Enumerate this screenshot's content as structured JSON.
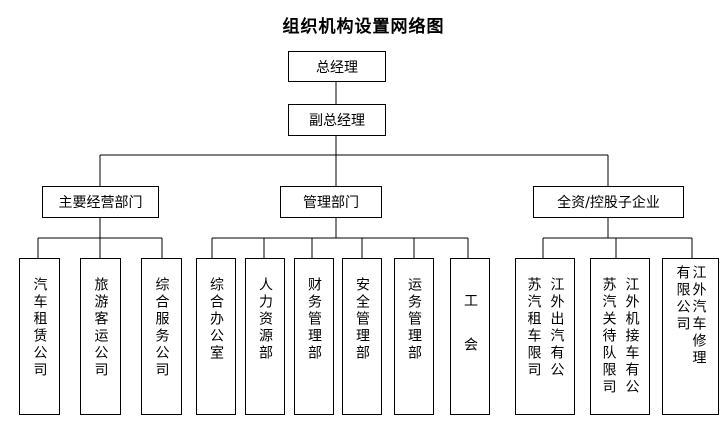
{
  "title": "组织机构设置网络图",
  "top": {
    "gm": "总经理",
    "dgm": "副总经理"
  },
  "departments": {
    "business": "主要经营部门",
    "management": "管理部门",
    "holding": "全资/控股子企业"
  },
  "business_units": [
    [
      "汽车租赁公司"
    ],
    [
      "旅游客运公司"
    ],
    [
      "综合服务公司"
    ]
  ],
  "management_units": [
    [
      "综合办公室"
    ],
    [
      "人力资源部"
    ],
    [
      "财务管理部"
    ],
    [
      "安全管理部"
    ],
    [
      "运务管理部"
    ],
    [
      "工会"
    ]
  ],
  "holding_units": [
    [
      "江外出汽有公",
      "苏汽租车限司"
    ],
    [
      "江外机接车有公",
      "苏汽关待队限司"
    ],
    [
      "江外汽车修理有限公司"
    ]
  ]
}
